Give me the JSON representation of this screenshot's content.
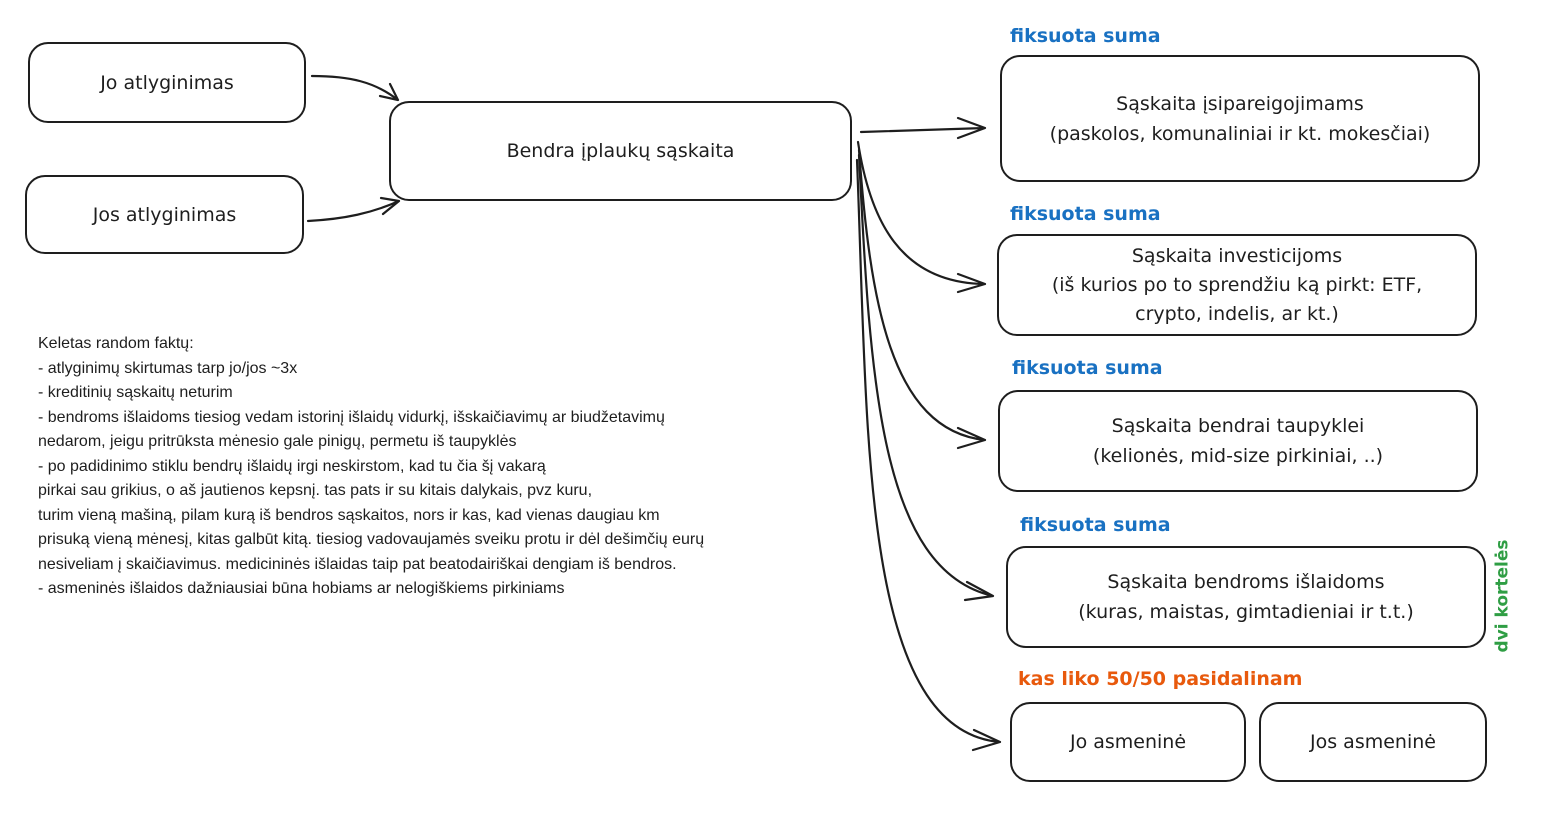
{
  "income": {
    "his": "Jo atlyginimas",
    "hers": "Jos atlyginimas"
  },
  "joint_account": "Bendra įplaukų sąskaita",
  "accounts": [
    {
      "tag": "fiksuota suma",
      "title": "Sąskaita įsipareigojimams",
      "detail": [
        "(paskolos, komunaliniai ir kt. mokesčiai)"
      ]
    },
    {
      "tag": "fiksuota suma",
      "title": "Sąskaita investicijoms",
      "detail": [
        "(iš kurios po to sprendžiu ką pirkt: ETF,",
        "crypto, indelis, ar kt.)"
      ]
    },
    {
      "tag": "fiksuota suma",
      "title": "Sąskaita bendrai taupyklei",
      "detail": [
        "(kelionės, mid-size pirkiniai, ..)"
      ]
    },
    {
      "tag": "fiksuota suma",
      "title": "Sąskaita bendroms išlaidoms",
      "detail": [
        "(kuras, maistas, gimtadieniai ir t.t.)"
      ]
    }
  ],
  "split_tag": "kas liko 50/50 pasidalinam",
  "cards_tag": "dvi kortelės",
  "personal": {
    "his": "Jo asmeninė",
    "hers": "Jos asmeninė"
  },
  "notes": [
    "Keletas random faktų:",
    "- atlyginimų skirtumas tarp jo/jos ~3x",
    "- kreditinių sąskaitų neturim",
    "- bendroms išlaidoms tiesiog vedam istorinį išlaidų vidurkį, išskaičiavimų ar biudžetavimų",
    "nedarom, jeigu pritrūksta mėnesio gale pinigų, permetu iš taupyklės",
    "- po padidinimo stiklu bendrų išlaidų irgi neskirstom, kad tu čia šį vakarą",
    "pirkai sau grikius, o aš jautienos kepsnį. tas pats ir su kitais dalykais, pvz kuru,",
    "turim vieną mašiną, pilam kurą iš bendros sąskaitos, nors ir kas, kad vienas daugiau km",
    "prisuką vieną mėnesį, kitas galbūt kitą. tiesiog vadovaujamės sveiku protu ir dėl dešimčių eurų",
    "nesiveliam į skaičiavimus. medicininės išlaidas taip pat beatodairiškai dengiam iš bendros.",
    "- asmeninės išlaidos dažniausiai būna hobiams ar nelogiškiems pirkiniams"
  ],
  "colors": {
    "stroke": "#1e1e1e",
    "fixed_tag": "#1971c2",
    "split_tag": "#e8590c",
    "cards_tag": "#2f9e44"
  }
}
